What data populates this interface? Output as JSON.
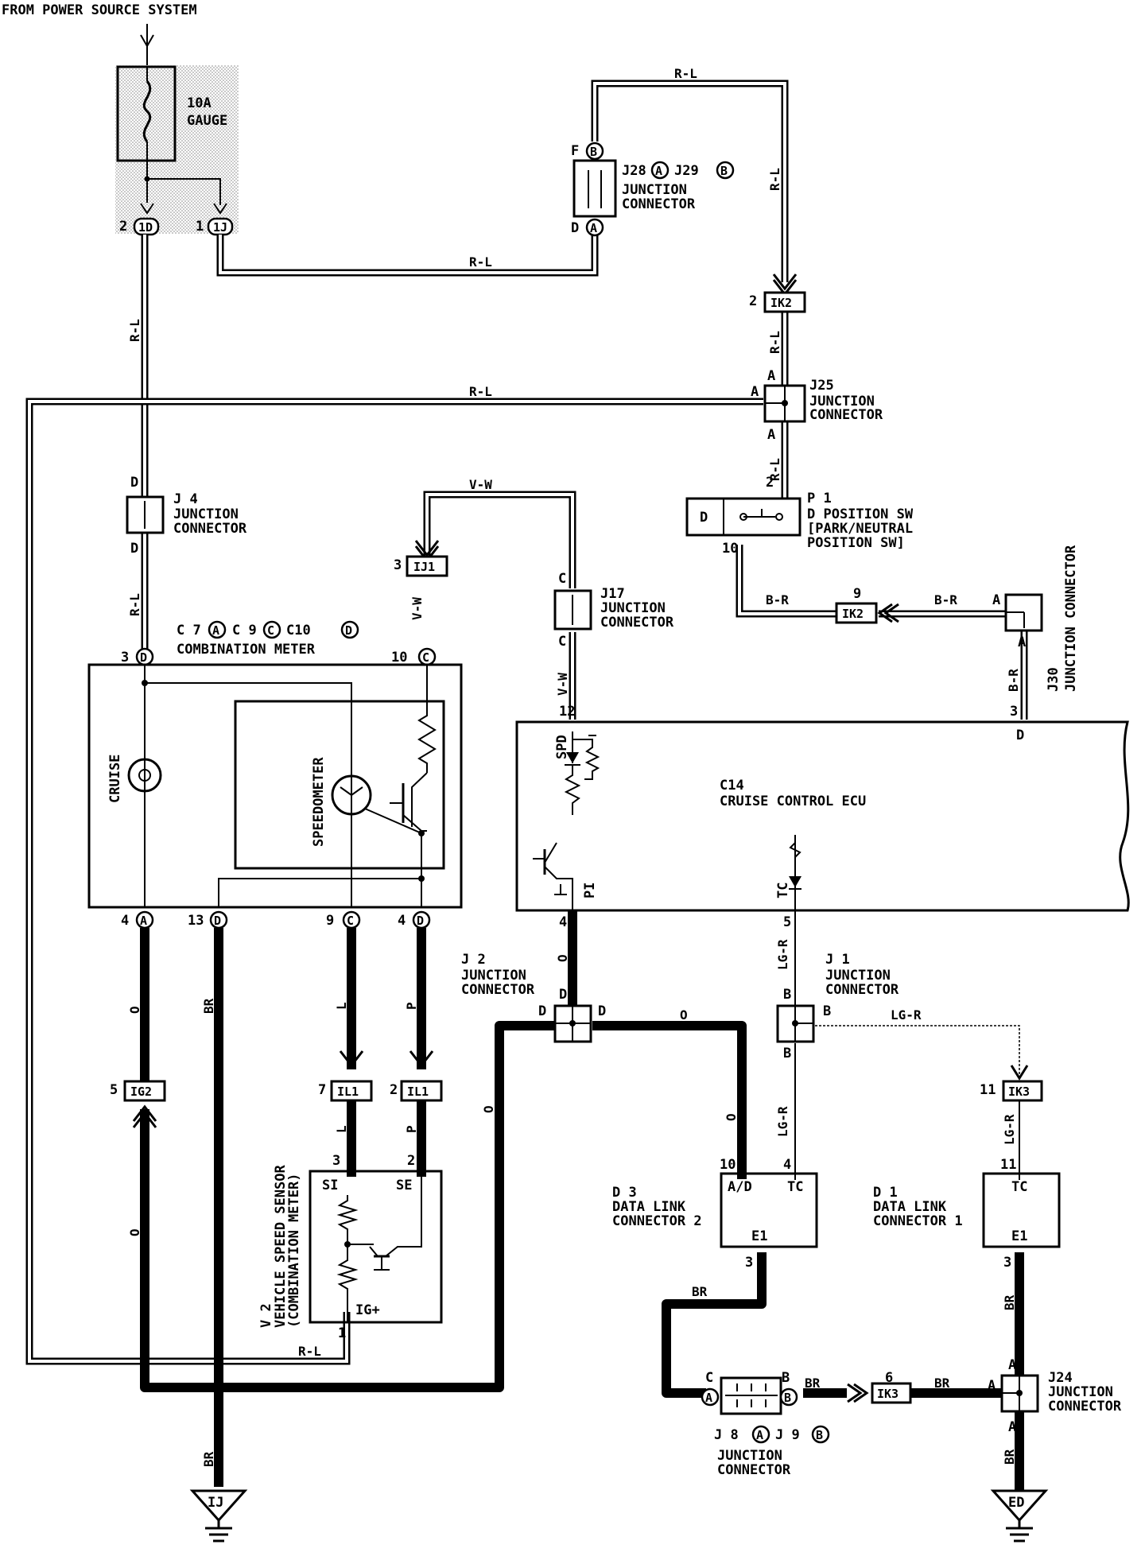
{
  "header": {
    "source_label": "FROM POWER SOURCE SYSTEM"
  },
  "fuse": {
    "rating": "10A",
    "name": "GAUGE",
    "pin_left": "2",
    "conn_left": "1D",
    "pin_right": "1",
    "conn_right": "1J"
  },
  "wire_colors": {
    "rl": "R-L",
    "vw": "V-W",
    "br": "BR",
    "o": "O",
    "l": "L",
    "p": "P",
    "lgr": "LG-R",
    "brr": "B-R"
  },
  "components": {
    "j28": {
      "name_a": "J28",
      "letter_a": "A",
      "name_b": "J29",
      "letter_b": "B",
      "desc1": "JUNCTION",
      "desc2": "CONNECTOR",
      "pin_top": "F",
      "conn_top": "B",
      "pin_bottom": "D",
      "conn_bottom": "A"
    },
    "j25": {
      "name": "J25",
      "desc1": "JUNCTION",
      "desc2": "CONNECTOR",
      "pin_a": "A"
    },
    "j4": {
      "name": "J 4",
      "desc1": "JUNCTION",
      "desc2": "CONNECTOR",
      "pin": "D"
    },
    "j17": {
      "name": "J17",
      "desc1": "JUNCTION",
      "desc2": "CONNECTOR",
      "pin": "C"
    },
    "p1": {
      "name": "P 1",
      "desc1": "D POSITION SW",
      "desc2": "[PARK/NEUTRAL",
      "desc3": "POSITION SW]",
      "letter": "D",
      "pin_top": "2",
      "pin_bottom": "10"
    },
    "j30": {
      "name": "J30",
      "desc": "JUNCTION CONNECTOR",
      "pin": "A",
      "pin_num": "3",
      "ecu_pin": "D"
    },
    "meter": {
      "label_a": "C 7",
      "letter_a": "A",
      "label_b": "C 9",
      "letter_b": "C",
      "label_c": "C10",
      "letter_c": "D",
      "desc": "COMBINATION METER",
      "cruise": "CRUISE",
      "speedometer": "SPEEDOMETER",
      "pins_top": [
        {
          "num": "3",
          "letter": "D"
        },
        {
          "num": "10",
          "letter": "C"
        }
      ],
      "pins_bottom": [
        {
          "num": "4",
          "letter": "A"
        },
        {
          "num": "13",
          "letter": "D"
        },
        {
          "num": "9",
          "letter": "C"
        },
        {
          "num": "4",
          "letter": "D"
        }
      ]
    },
    "ecu": {
      "name": "C14",
      "desc": "CRUISE CONTROL ECU",
      "spd": "SPD",
      "pi": "PI",
      "tc": "TC",
      "pin_spd": "12",
      "pin_pi": "4",
      "pin_tc": "5"
    },
    "j2": {
      "name": "J 2",
      "desc1": "JUNCTION",
      "desc2": "CONNECTOR",
      "pin": "D"
    },
    "j1": {
      "name": "J 1",
      "desc1": "JUNCTION",
      "desc2": "CONNECTOR",
      "pin": "B"
    },
    "v2": {
      "name": "V 2",
      "desc1": "VEHICLE SPEED SENSOR",
      "desc2": "(COMBINATION METER)",
      "si": "SI",
      "se": "SE",
      "ig": "IG+",
      "pin_si": "3",
      "pin_se": "2",
      "pin_ig": "1"
    },
    "d3": {
      "name": "D 3",
      "desc1": "DATA LINK",
      "desc2": "CONNECTOR 2",
      "ad": "A/D",
      "tc": "TC",
      "e1": "E1",
      "pin_ad": "10",
      "pin_tc": "4",
      "pin_e1": "3"
    },
    "d1": {
      "name": "D 1",
      "desc1": "DATA LINK",
      "desc2": "CONNECTOR 1",
      "tc": "TC",
      "e1": "E1",
      "pin_tc": "11",
      "pin_e1": "3"
    },
    "j8": {
      "name_a": "J 8",
      "letter_a": "A",
      "name_b": "J 9",
      "letter_b": "B",
      "desc1": "JUNCTION",
      "desc2": "CONNECTOR",
      "pin_left": "C",
      "conn_left": "A",
      "pin_right": "B",
      "conn_right": "B"
    },
    "j24": {
      "name": "J24",
      "desc1": "JUNCTION",
      "desc2": "CONNECTOR",
      "pin": "A"
    }
  },
  "connectors": {
    "ik2_top": {
      "num": "2",
      "code": "IK2"
    },
    "ij1": {
      "num": "3",
      "code": "IJ1"
    },
    "ik2_mid": {
      "num": "9",
      "code": "IK2"
    },
    "ig2": {
      "num": "5",
      "code": "IG2"
    },
    "il1_a": {
      "num": "7",
      "code": "IL1"
    },
    "il1_b": {
      "num": "2",
      "code": "IL1"
    },
    "ik3_a": {
      "num": "11",
      "code": "IK3"
    },
    "ik3_b": {
      "num": "6",
      "code": "IK3"
    }
  },
  "grounds": {
    "ij": "IJ",
    "ed": "ED"
  }
}
